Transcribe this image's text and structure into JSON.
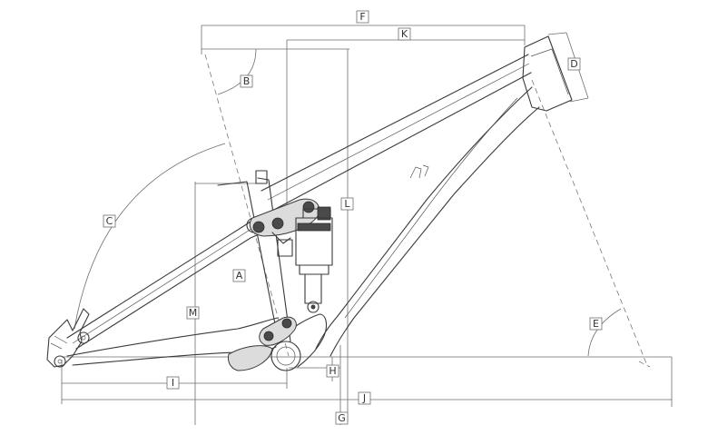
{
  "labels": {
    "A": "A",
    "B": "B",
    "C": "C",
    "D": "D",
    "E": "E",
    "F": "F",
    "G": "G",
    "H": "H",
    "I": "I",
    "J": "J",
    "K": "K",
    "L": "L",
    "M": "M"
  },
  "colors": {
    "line": "#3a3a3a",
    "dimension": "#6e6e6e",
    "shade": "#dcdcdc",
    "background": "#ffffff"
  }
}
